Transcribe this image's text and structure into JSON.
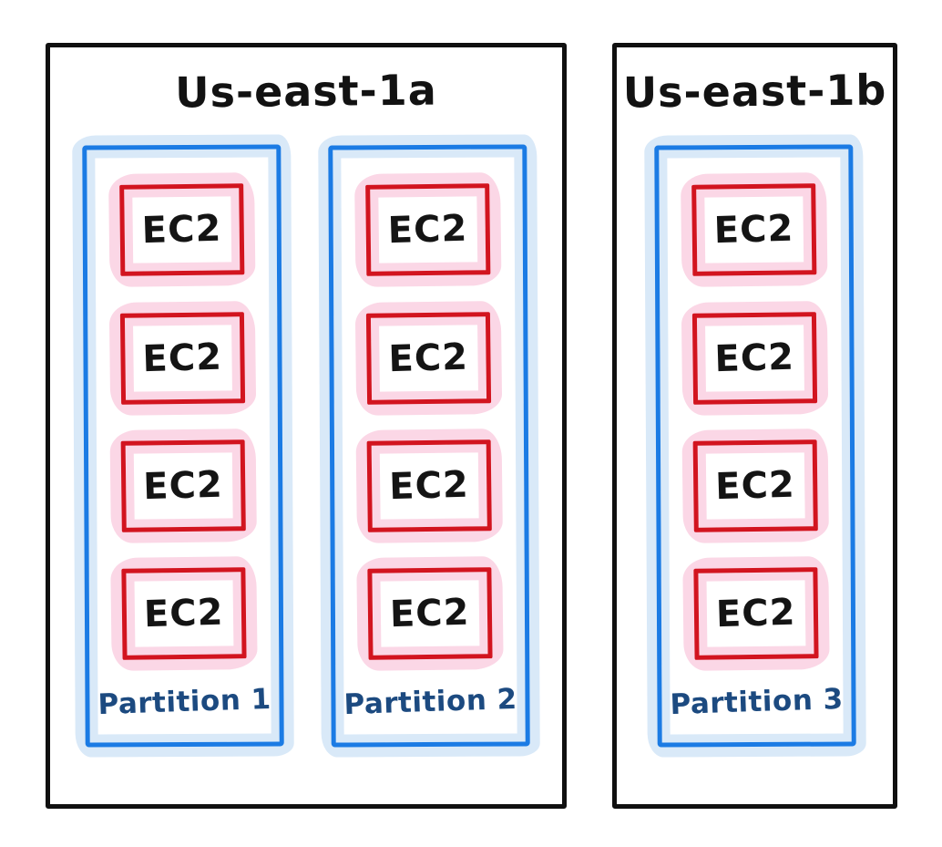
{
  "zones": [
    {
      "title": "Us-east-1a",
      "partitions": [
        {
          "label": "Partition 1",
          "instances": [
            "EC2",
            "EC2",
            "EC2",
            "EC2"
          ]
        },
        {
          "label": "Partition 2",
          "instances": [
            "EC2",
            "EC2",
            "EC2",
            "EC2"
          ]
        }
      ]
    },
    {
      "title": "Us-east-1b",
      "partitions": [
        {
          "label": "Partition 3",
          "instances": [
            "EC2",
            "EC2",
            "EC2",
            "EC2"
          ]
        }
      ]
    }
  ],
  "colors": {
    "zone_border": "#101010",
    "partition_border": "#1b7be4",
    "partition_highlight": "#d9e9f8",
    "instance_border": "#d2141f",
    "instance_highlight": "#fbd7e6",
    "partition_label_text": "#1c4a80",
    "instance_label_text": "#141414",
    "title_text": "#121212",
    "background": "#ffffff"
  }
}
